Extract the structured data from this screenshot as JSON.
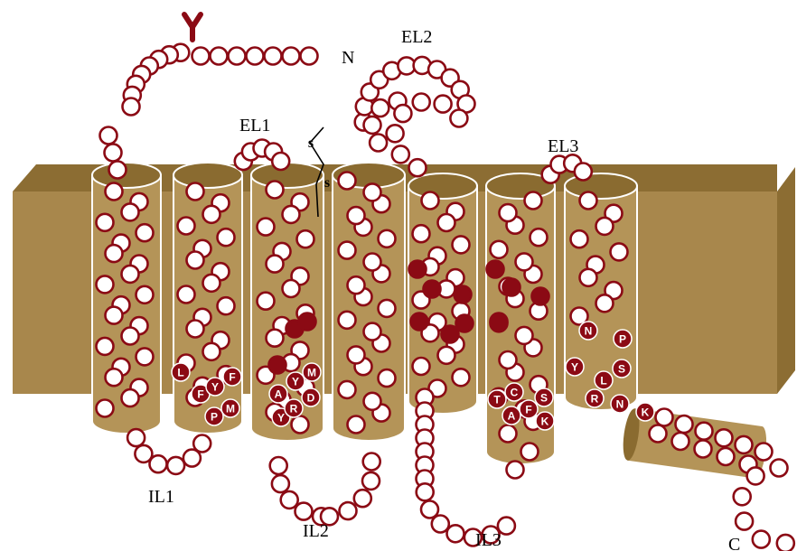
{
  "colors": {
    "membrane": "#a8874c",
    "membrane_dark": "#8c6d33",
    "helix": "#b49458",
    "helix_top": "#8a6b30",
    "residue": "#8b0a14"
  },
  "labels": {
    "n_term": "N",
    "c_term": "C",
    "el1": "EL1",
    "el2": "EL2",
    "el3": "EL3",
    "il1": "IL1",
    "il2": "IL2",
    "il3": "IL3",
    "disulfide_1": "s",
    "disulfide_2": "s"
  },
  "glycosylation_icon": "glycosylation-y-icon",
  "residues": {
    "tm3": [
      "L",
      "F",
      "Y",
      "F",
      "P",
      "M"
    ],
    "tm4": [
      "M",
      "Y",
      "A",
      "D",
      "Y",
      "R"
    ],
    "tm6": [
      "C",
      "T",
      "S",
      "F",
      "A",
      "K"
    ],
    "tm7": [
      "N",
      "P",
      "Y",
      "L",
      "S",
      "R",
      "N"
    ],
    "h8": [
      "K"
    ]
  }
}
